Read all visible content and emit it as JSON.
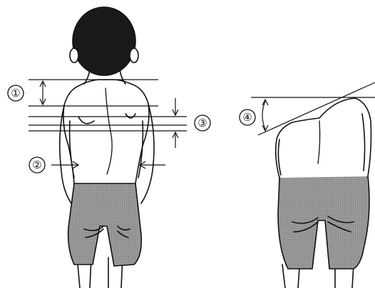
{
  "markers": {
    "m1": "①",
    "m2": "②",
    "m3": "③",
    "m4": "④"
  },
  "colors": {
    "ink": "#111111",
    "hair": "#1a1a1a",
    "shorts": "#8f8f8f",
    "skin": "#ffffff"
  }
}
